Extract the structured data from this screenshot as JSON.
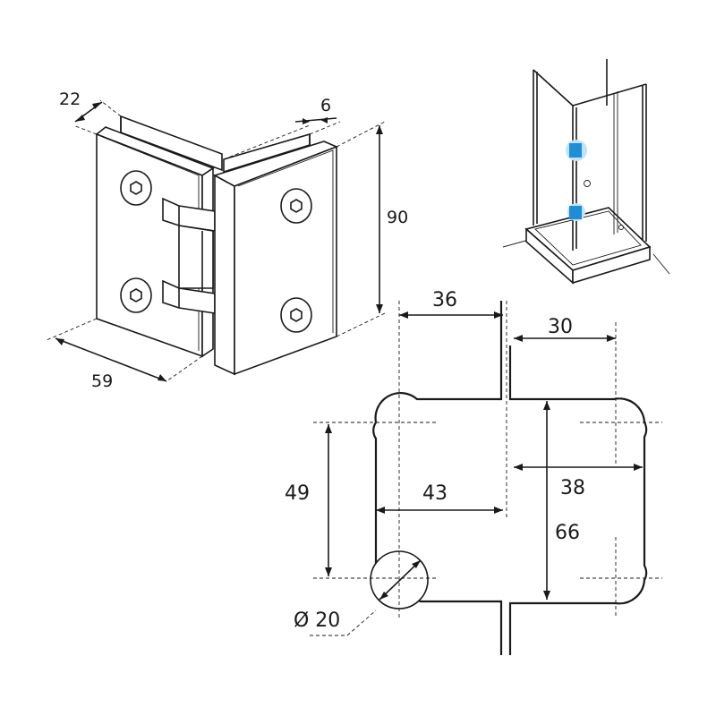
{
  "hinge_dimensions": {
    "depth": "22",
    "glass_gap": "6",
    "height": "90",
    "width": "59"
  },
  "plan_dimensions": {
    "top_left_width": "36",
    "top_right_width": "30",
    "vertical_spacing_left": "49",
    "inner_width_left": "43",
    "inner_width_right": "38",
    "vertical_spacing_right": "66",
    "hole_diameter": "Ø 20"
  },
  "colors": {
    "line": "#1a1a1a",
    "hinge_marker": "#1e8fd6",
    "hinge_glow": "#bfe3f7",
    "background": "#ffffff"
  },
  "icons": {
    "shower_enclosure": "shower-enclosure-icon",
    "hinge_marker": "blue-hinge-marker"
  }
}
